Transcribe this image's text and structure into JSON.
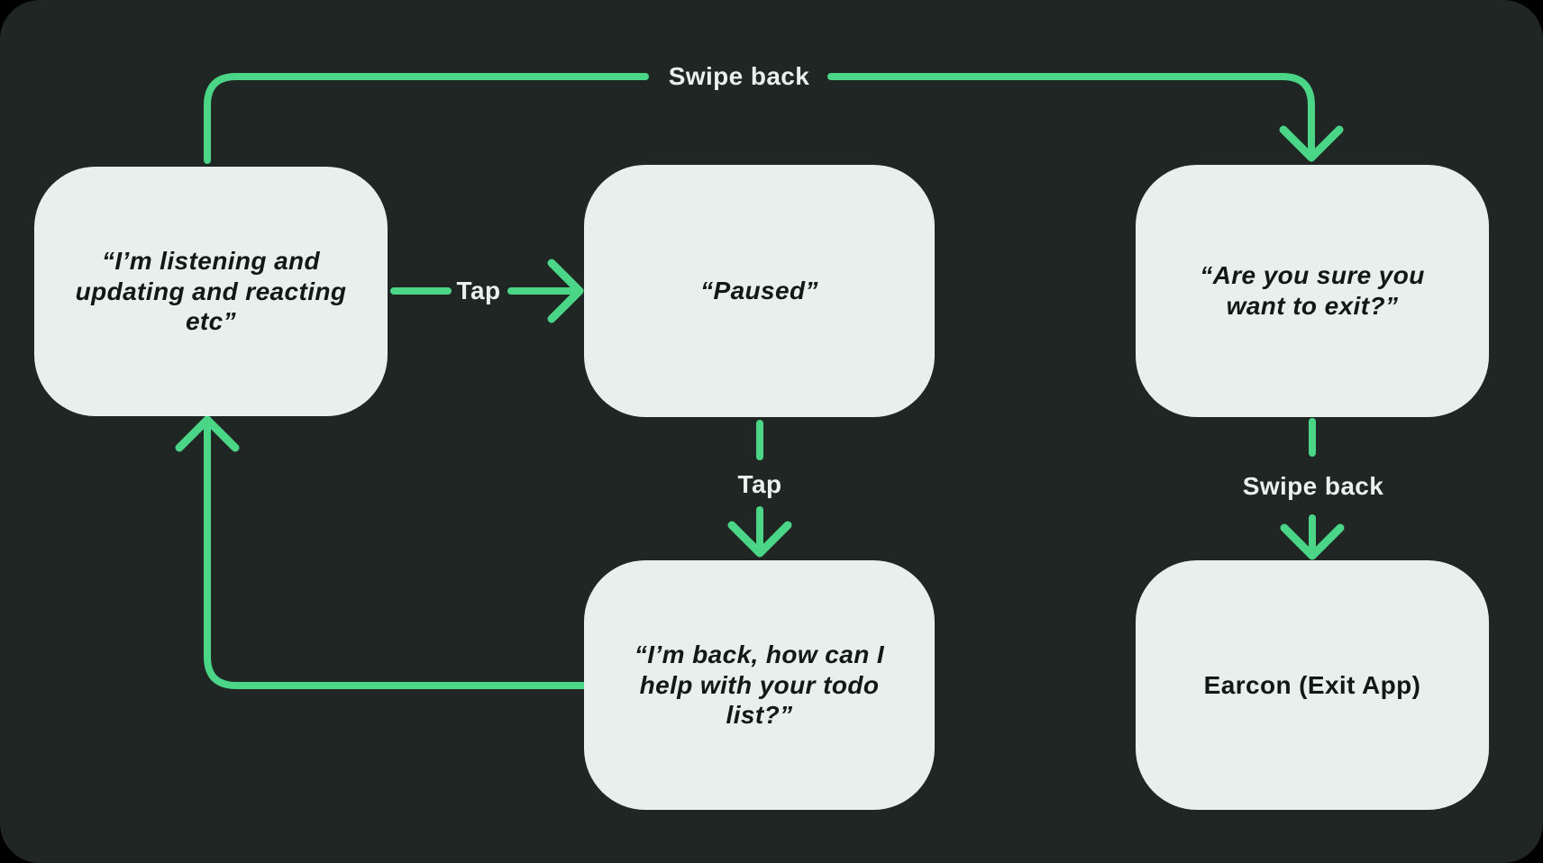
{
  "colors": {
    "background": "#000000",
    "panel": "#1f2624",
    "accent": "#4bd687",
    "node_fill": "#e8efec",
    "node_text": "#121816",
    "label_text": "#eaf0ed"
  },
  "nodes": [
    {
      "id": "listening",
      "text": "“I’m listening and updating and reacting etc”",
      "style": "italic-quote"
    },
    {
      "id": "paused",
      "text": "“Paused”",
      "style": "italic-quote"
    },
    {
      "id": "confirm-exit",
      "text": "“Are you sure you want to exit?”",
      "style": "italic-quote"
    },
    {
      "id": "back",
      "text": "“I’m back, how can I help with your todo list?”",
      "style": "italic-quote"
    },
    {
      "id": "earcon",
      "text": "Earcon (Exit App)",
      "style": "bold"
    }
  ],
  "edges": [
    {
      "from": "listening",
      "to": "confirm-exit",
      "label": "Swipe back"
    },
    {
      "from": "listening",
      "to": "paused",
      "label": "Tap"
    },
    {
      "from": "paused",
      "to": "back",
      "label": "Tap"
    },
    {
      "from": "confirm-exit",
      "to": "earcon",
      "label": "Swipe back"
    },
    {
      "from": "back",
      "to": "listening",
      "label": ""
    }
  ]
}
